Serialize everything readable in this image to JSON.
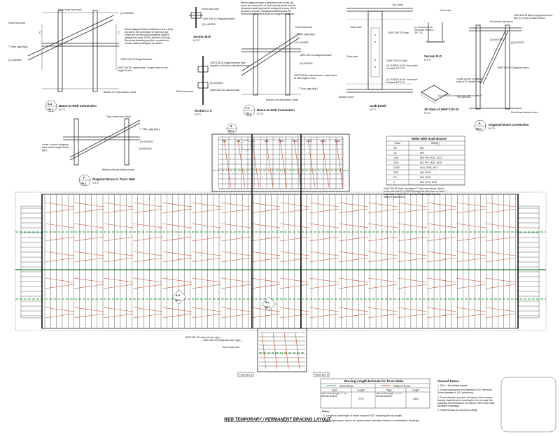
{
  "sheet_title": "WEB TEMPORARY / PERMANENT BRACING LAYOUT",
  "details": {
    "a": {
      "marker_top": "A-A",
      "marker_bottom": "TB-3",
      "title": "Brace-to-Web Connection",
      "scale": "N.T.S.",
      "labels": [
        "Top of truss top chord",
        "Roof truss web",
        "7\" Max. gap (typ.)",
        "(2) #10SDS",
        "Where diagonal brace is attached near a truss top chord, the connection of that truss top chord and the structural sheathing shall be designed to carry 400 lb Up/down (3 times), Structural sheathing and the connection to trusses shall be designed by others.",
        "1500\"12ft-33 Diagonal brace",
        "(2) #10SDS",
        "1500\"12ft-33 Lateral brace. Locate brace at mid-height of web.",
        "Bottom of truss bottom chord",
        "C",
        "C"
      ]
    },
    "b_sec": {
      "title": "Section B-B",
      "scale": "N.T.S.",
      "labels": [
        "Roof truss web",
        "1500\"12ft-33 Diagonal brace",
        "(2) #10SDS",
        "1500\"12ft-33 Diagonal brace face opposite to the face with lateral brace",
        "(2) #10SDS",
        "1500\"12ft-33 Lateral brace",
        "Roof truss web"
      ]
    },
    "c_sec": {
      "title": "Section C-C",
      "scale": "N.T.S."
    },
    "f": {
      "marker_top": "F-F",
      "marker_bottom": "TB-3",
      "title": "Brace-to-Web Connection",
      "scale": "N.T.S.",
      "labels": [
        "Where diagonal brace is attached near a truss top chord, the connection of that truss top chord and the structural sheathing shall be designed to carry 400 lb Up/down (3 times), Structural sheathing and the connections to trusses shall be designed by others.",
        "Roof truss web",
        "7\" Max. gap (typ.)",
        "(2) #10SDS",
        "1500\"12ft-33 Diagonal brace",
        "(2) #10SDS",
        "1500\"12ft-33 Lateral brace. Locate brace at mid-height of web.",
        "7\" Max. gap (typ.)",
        "Bottom of truss bottom chord"
      ]
    },
    "d": {
      "title": "Scab Detail",
      "scale": "N.T.S.",
      "labels": [
        "Top chord",
        "Truss web",
        "1500\"12ft-33 Scab",
        "Truss web",
        "1500\"12ft-33 Scab",
        "(2) #10SDS at 3/4\" from each end and 3/4\" O.C.",
        "(2) #10SDS at 3/4\" from each end and 3/4\" O.C.",
        "Bottom chord"
      ]
    },
    "e": {
      "title": "Section D-D",
      "scale": "N.T.S.",
      "labels": [
        "Truss web",
        "(2) #10SDS at 3/4\" from each end and 3/4\" O.C."
      ]
    },
    "g": {
      "title": "3D View of 1500\"12ft-33",
      "scale": "N.T.S.",
      "labels": [
        "(2) #10SDS or equal and sent to web if"
      ]
    },
    "b": {
      "marker_top": "B",
      "marker_bottom": "TB-3",
      "title": "Diagonal Brace Connection",
      "scale": "N.T.S.",
      "labels": [
        "Roof truss top chord",
        "1500\"12ft-33 Block cripped and bent. See 3-D View of 1500\"12ft-33",
        "(2) #10SDS",
        "(2) #10SDS",
        "1500\"12ft-33 Diagonal brace",
        "Locate 1st end of diagonal brace at 1/3 height of web",
        "(2) #10SDS",
        "Roof truss bottom chord"
      ]
    },
    "h": {
      "marker_top": "F",
      "marker_bottom": "TB-3",
      "title": "Diagonal Brace to Truss Web",
      "scale": "N.T.S.",
      "labels": [
        "Top of truss top chord",
        "7\" Max. gap (typ.)",
        "(2) #10SDS",
        "Locate 1st end of diagonal brace at mid-height of web (typ.)",
        "(2) #10SDS",
        "Bottom of truss bottom chord"
      ]
    }
  },
  "web_scab_table": {
    "title": "Webs With Scab Braces",
    "headers": [
      "Truss",
      "Web(s)"
    ],
    "rows": [
      [
        "1D",
        "W6"
      ],
      [
        "1D",
        "W5"
      ],
      [
        "D38",
        "W5, W9, W11, W13"
      ],
      [
        "D39",
        "W3, W7, W11, W15"
      ],
      [
        "D310",
        "W11, W15, W17"
      ],
      [
        "D38",
        "W9, W16"
      ],
      [
        "D2",
        "W9, W13"
      ],
      [
        "2",
        "W6, W10, W15"
      ]
    ],
    "note": "1500\"12ft-33 Scab, and attach 2\" from each chord. Attach to the web with 1P (10SDS through the other face of web 1\" from each end and 3/4\" O.C. See Scab Detail for web stiffener attachment."
  },
  "plan": {
    "markers": [
      {
        "top": "A-A",
        "bottom": "TB-3"
      },
      {
        "top": "B-4",
        "bottom": "TB-3"
      },
      {
        "top": "B",
        "bottom": "TB-3"
      }
    ],
    "callouts": [
      "1500\"12ft-33 Lateral brace (typ.)",
      "1500\"12ft-33 Diagonal brace (typ.)",
      "Roof truss web"
    ],
    "column_labels": [
      "W2",
      "W4",
      "W6",
      "W8",
      "W10",
      "W12",
      "W14",
      "W16",
      "W18"
    ],
    "bottom_tags": [
      "Head Box 1",
      "Head Box 2"
    ]
  },
  "bracing_table": {
    "title": "Bracing Length Estimate for Truss Webs",
    "group_headers": [
      "Lateral Brace",
      "Diagonal Brace"
    ],
    "headers": [
      "Type",
      "Length",
      "Type",
      "Length"
    ],
    "rows": [
      [
        "1500\"12ft-33 (Qty: *1*, 20' feet fab section)",
        "2707",
        "1500\"12ft-33 (Qty: *2*, 20' feet fab section)",
        "1840"
      ]
    ],
    "notes_title": "Notes:",
    "notes": [
      "1. Length is total length of brace required NOT including the lap length.",
      "2. All lengths given above are approximate estimates based on constellation drawings."
    ]
  },
  "general_notes": {
    "title": "General Notes:",
    "items": [
      "1. SDS = Self drilling screws.",
      "2. Screw spacing and end distance is 3/4\" minimum. Screw diameter is 1/4\" (minimum).",
      "3. Truss fabricator provided the layout of the trusses, bracing locations and truss lengths. Do not scale the drawings, the dimensions not shown, refer to the truss fabricator's drawings.",
      "4. Yellow trusses not shown for clarity."
    ]
  }
}
